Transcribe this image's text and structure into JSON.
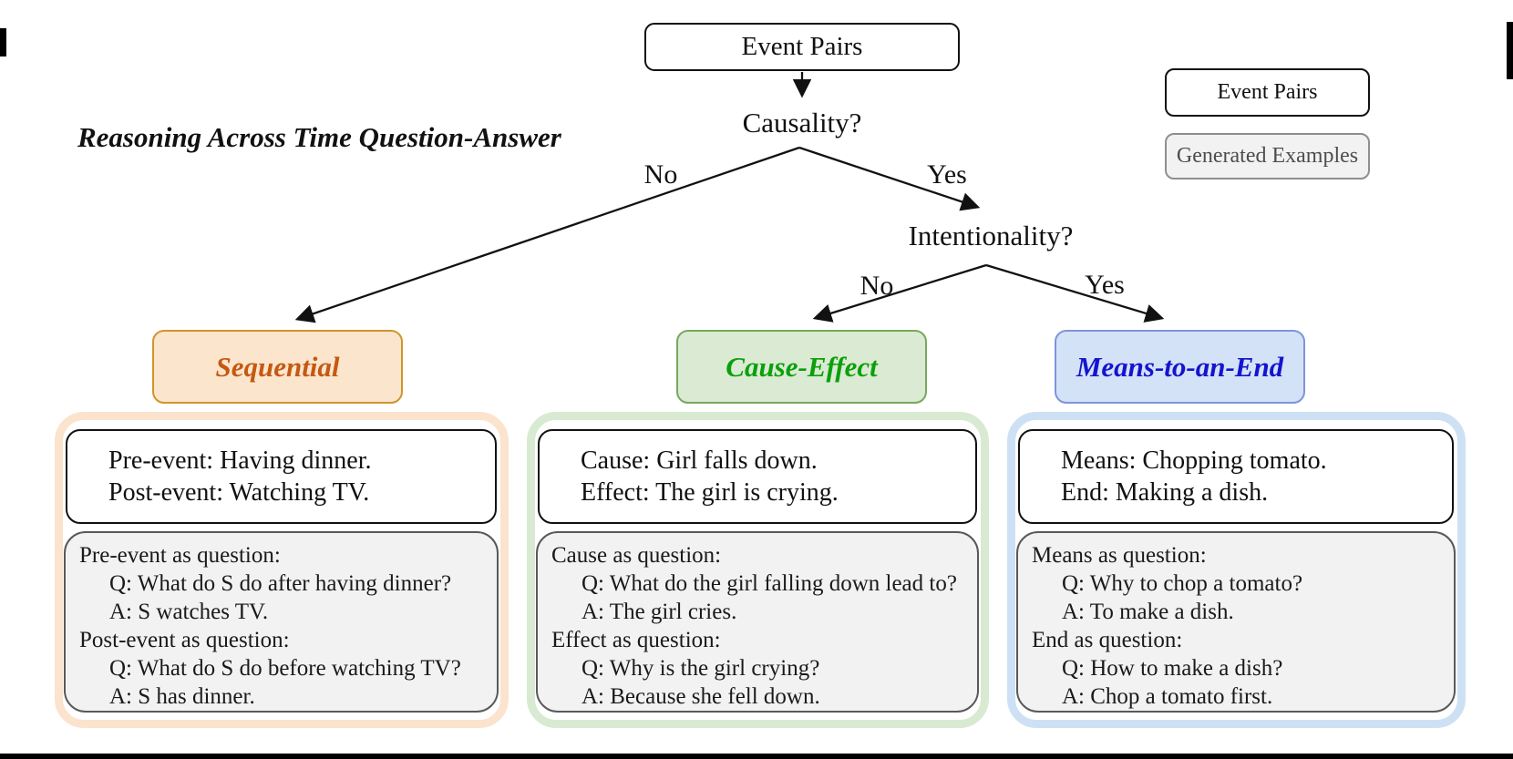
{
  "figure": {
    "title": "Reasoning Across Time Question-Answer",
    "root": "Event Pairs",
    "nodes": {
      "causality": "Causality?",
      "intentionality": "Intentionality?"
    },
    "edges": {
      "causality_no": "No",
      "causality_yes": "Yes",
      "intentionality_no": "No",
      "intentionality_yes": "Yes"
    }
  },
  "legend": {
    "event_pairs": "Event Pairs",
    "generated_examples": "Generated Examples"
  },
  "colors": {
    "sequential_text": "#C45911",
    "sequential_fill": "#FCE5CD",
    "sequential_border": "#CE962B",
    "sequential_container_border": "#FBE3CD",
    "cause_effect_text": "#0AA00A",
    "cause_effect_fill": "#DBEAD3",
    "cause_effect_border": "#76A85E",
    "cause_effect_container_border": "#D8EAD2",
    "means_text": "#1414CE",
    "means_fill": "#D3E2F6",
    "means_border": "#8094D9",
    "means_container_border": "#CEE1F4",
    "example_box_fill": "#F2F2F2",
    "line_color": "#111111"
  },
  "categories": [
    {
      "label": "Sequential",
      "event_pair": [
        "Pre-event: Having dinner.",
        "Post-event: Watching TV."
      ],
      "generated_example": [
        "Pre-event as question:",
        "Q: What do S do after having dinner?",
        "A: S watches TV.",
        "Post-event as question:",
        "Q: What do S do before watching TV?",
        "A: S has dinner."
      ]
    },
    {
      "label": "Cause-Effect",
      "event_pair": [
        "Cause: Girl falls down.",
        "Effect: The girl is crying."
      ],
      "generated_example": [
        "Cause as question:",
        "Q: What do the girl falling down lead to?",
        "A: The girl cries.",
        "Effect as question:",
        "Q: Why is the girl crying?",
        "A: Because she fell down."
      ]
    },
    {
      "label": "Means-to-an-End",
      "event_pair": [
        "Means: Chopping tomato.",
        "End: Making a dish."
      ],
      "generated_example": [
        "Means as question:",
        "Q: Why to chop a tomato?",
        "A: To make a dish.",
        "End as question:",
        "Q: How to make a dish?",
        "A: Chop a tomato first."
      ]
    }
  ]
}
